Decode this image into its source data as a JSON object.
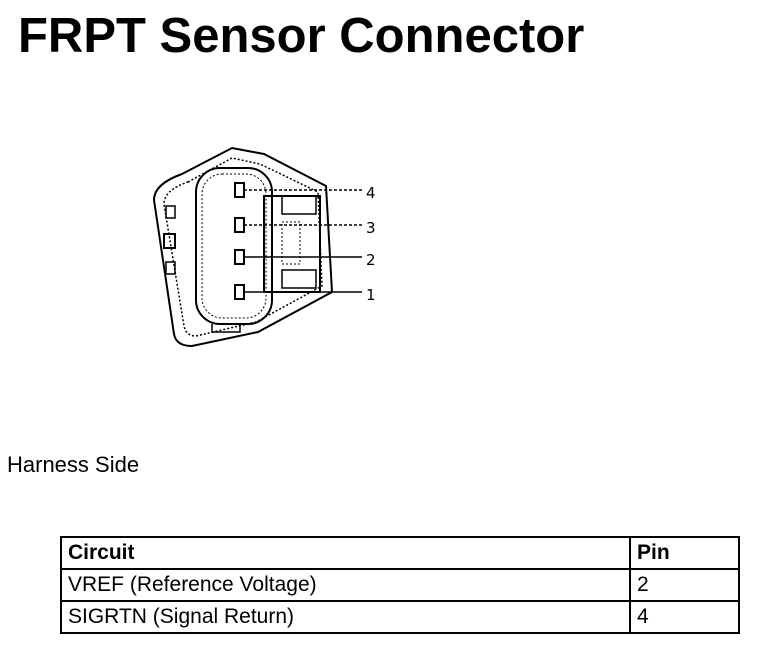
{
  "title": "FRPT Sensor Connector",
  "connector": {
    "pins": [
      "1",
      "2",
      "3",
      "4"
    ]
  },
  "caption": "Harness Side",
  "table": {
    "headers": [
      "Circuit",
      "Pin"
    ],
    "rows": [
      [
        "VREF (Reference Voltage)",
        "2"
      ],
      [
        "SIGRTN (Signal Return)",
        "4"
      ]
    ]
  }
}
